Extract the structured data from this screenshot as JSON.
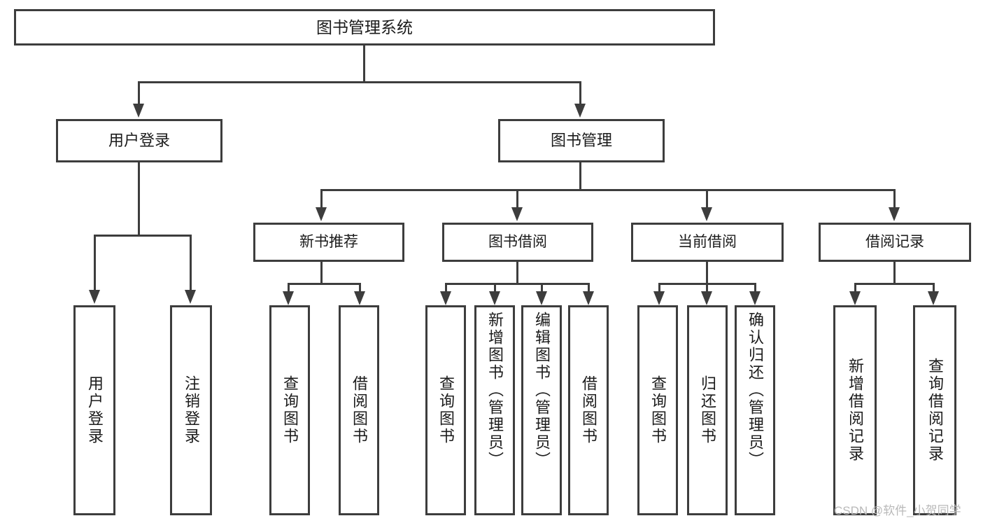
{
  "diagram": {
    "type": "tree-hierarchy",
    "title": "图书管理系统",
    "root": {
      "label": "图书管理系统",
      "level": 0
    },
    "level1": [
      {
        "label": "用户登录"
      },
      {
        "label": "图书管理"
      }
    ],
    "level2": [
      {
        "label": "新书推荐",
        "parent": "图书管理"
      },
      {
        "label": "图书借阅",
        "parent": "图书管理"
      },
      {
        "label": "当前借阅",
        "parent": "图书管理"
      },
      {
        "label": "借阅记录",
        "parent": "图书管理"
      }
    ],
    "leaves": {
      "user_login": [
        {
          "label": "用户登录"
        },
        {
          "label": "注销登录"
        }
      ],
      "new_book_recommend": [
        {
          "label": "查询图书"
        },
        {
          "label": "借阅图书"
        }
      ],
      "book_borrow": [
        {
          "label": "查询图书"
        },
        {
          "label": "新增图书（管理员）"
        },
        {
          "label": "编辑图书（管理员）"
        },
        {
          "label": "借阅图书"
        }
      ],
      "current_borrow": [
        {
          "label": "查询图书"
        },
        {
          "label": "归还图书"
        },
        {
          "label": "确认归还（管理员）"
        }
      ],
      "borrow_record": [
        {
          "label": "新增借阅记录"
        },
        {
          "label": "查询借阅记录"
        }
      ]
    }
  },
  "watermark": {
    "text": "CSDN @软件_小贺同学"
  },
  "colors": {
    "stroke": "#3d3d3d",
    "background": "#ffffff",
    "text": "#1b1b1b",
    "watermark": "#b9b9b9"
  }
}
